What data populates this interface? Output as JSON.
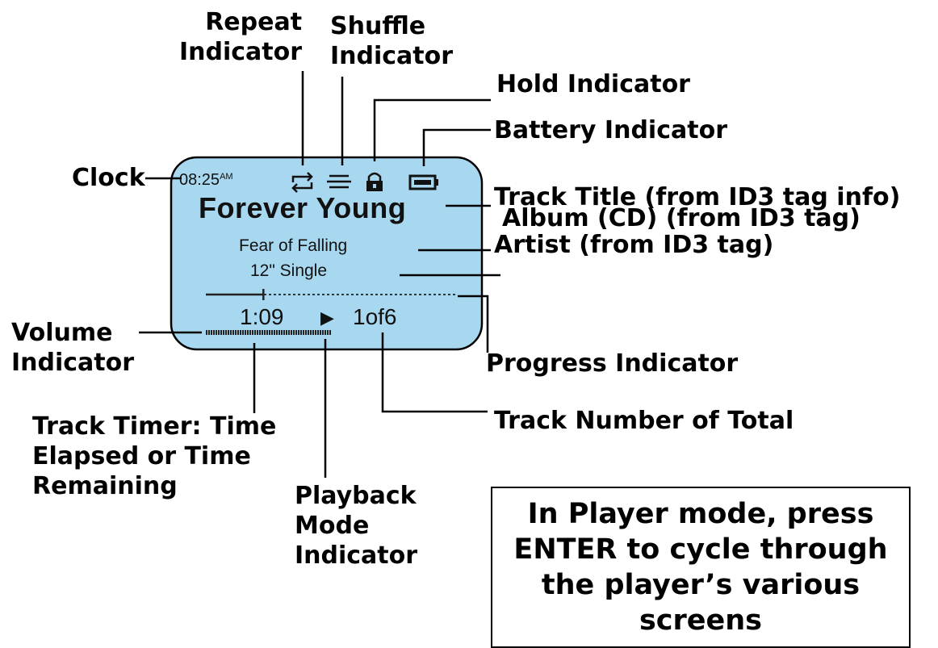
{
  "screen": {
    "clock": "08:25",
    "clock_suffix": "AM",
    "track_title": "Forever Young",
    "artist": "Fear of Falling",
    "album": "12\" Single",
    "timer": "1:09",
    "play_symbol": "▶",
    "track_number": "1of6",
    "progress": 0.23,
    "volume": 0.52,
    "screen_color": "#a8d8f0"
  },
  "labels": {
    "repeat": "Repeat\nIndicator",
    "shuffle": "Shuffle\nIndicator",
    "hold": "Hold Indicator",
    "battery": "Battery Indicator",
    "clock": "Clock",
    "track_title": "Track Title (from ID3 tag info)",
    "artist": "Artist (from ID3 tag)",
    "album": "Album (CD) (from ID3 tag)",
    "volume": "Volume\nIndicator",
    "progress": "Progress Indicator",
    "track_number": "Track Number of Total",
    "track_timer": "Track Timer: Time\nElapsed or Time\nRemaining",
    "playback_mode": "Playback\nMode\nIndicator"
  },
  "note": "In Player mode, press\nENTER to cycle through\nthe player’s various\nscreens"
}
